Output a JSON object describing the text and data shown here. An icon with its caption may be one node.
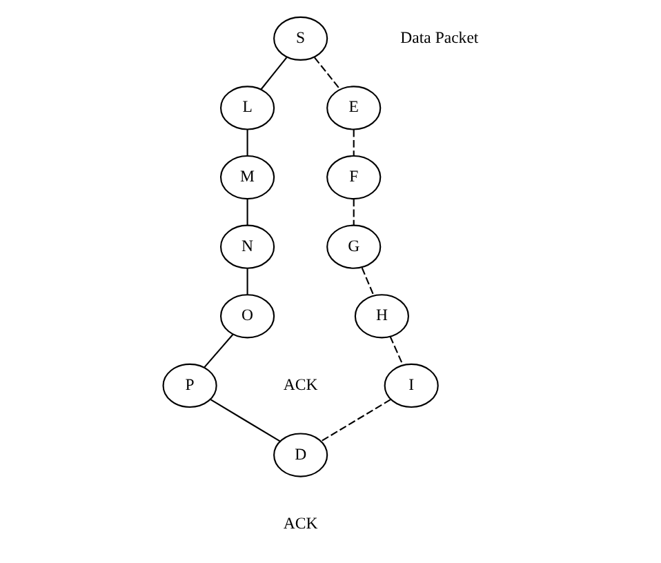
{
  "diagram": {
    "nodes": [
      {
        "text": [
          "S"
        ]
      },
      {
        "text": [
          "L"
        ]
      },
      {
        "text": [
          "M"
        ]
      },
      {
        "text": [
          "N"
        ]
      },
      {
        "text": [
          "O"
        ]
      },
      {
        "text": [
          "P"
        ]
      },
      {
        "text": [
          "D"
        ]
      },
      {
        "text": [
          "E"
        ]
      },
      {
        "text": [
          "F"
        ]
      },
      {
        "text": [
          "G"
        ]
      },
      {
        "text": [
          "H"
        ]
      },
      {
        "text": [
          "I"
        ]
      }
    ],
    "edges": [
      {
        "from": 0,
        "to": 1,
        "arrow": "none"
      },
      {
        "from": 1,
        "to": 2,
        "arrow": "none"
      },
      {
        "from": 2,
        "to": 3,
        "arrow": "none"
      },
      {
        "from": 3,
        "to": 4,
        "arrow": "none"
      },
      {
        "from": 4,
        "to": 5,
        "arrow": "none"
      },
      {
        "from": 5,
        "to": 6,
        "arrow": "none"
      },
      {
        "from": 0,
        "to": 7,
        "arrow": "none",
        "style": "dashed"
      },
      {
        "from": 7,
        "to": 8,
        "arrow": "none",
        "style": "dashed"
      },
      {
        "from": 8,
        "to": 9,
        "arrow": "none",
        "style": "dashed"
      },
      {
        "from": 9,
        "to": 10,
        "arrow": "none",
        "style": "dashed"
      },
      {
        "from": 10,
        "to": 11,
        "arrow": "none",
        "style": "dashed"
      },
      {
        "from": 11,
        "to": 6,
        "arrow": "none",
        "style": "dashed"
      }
    ],
    "labels": [
      "Data Packet",
      "ACK",
      "ACK"
    ]
  }
}
